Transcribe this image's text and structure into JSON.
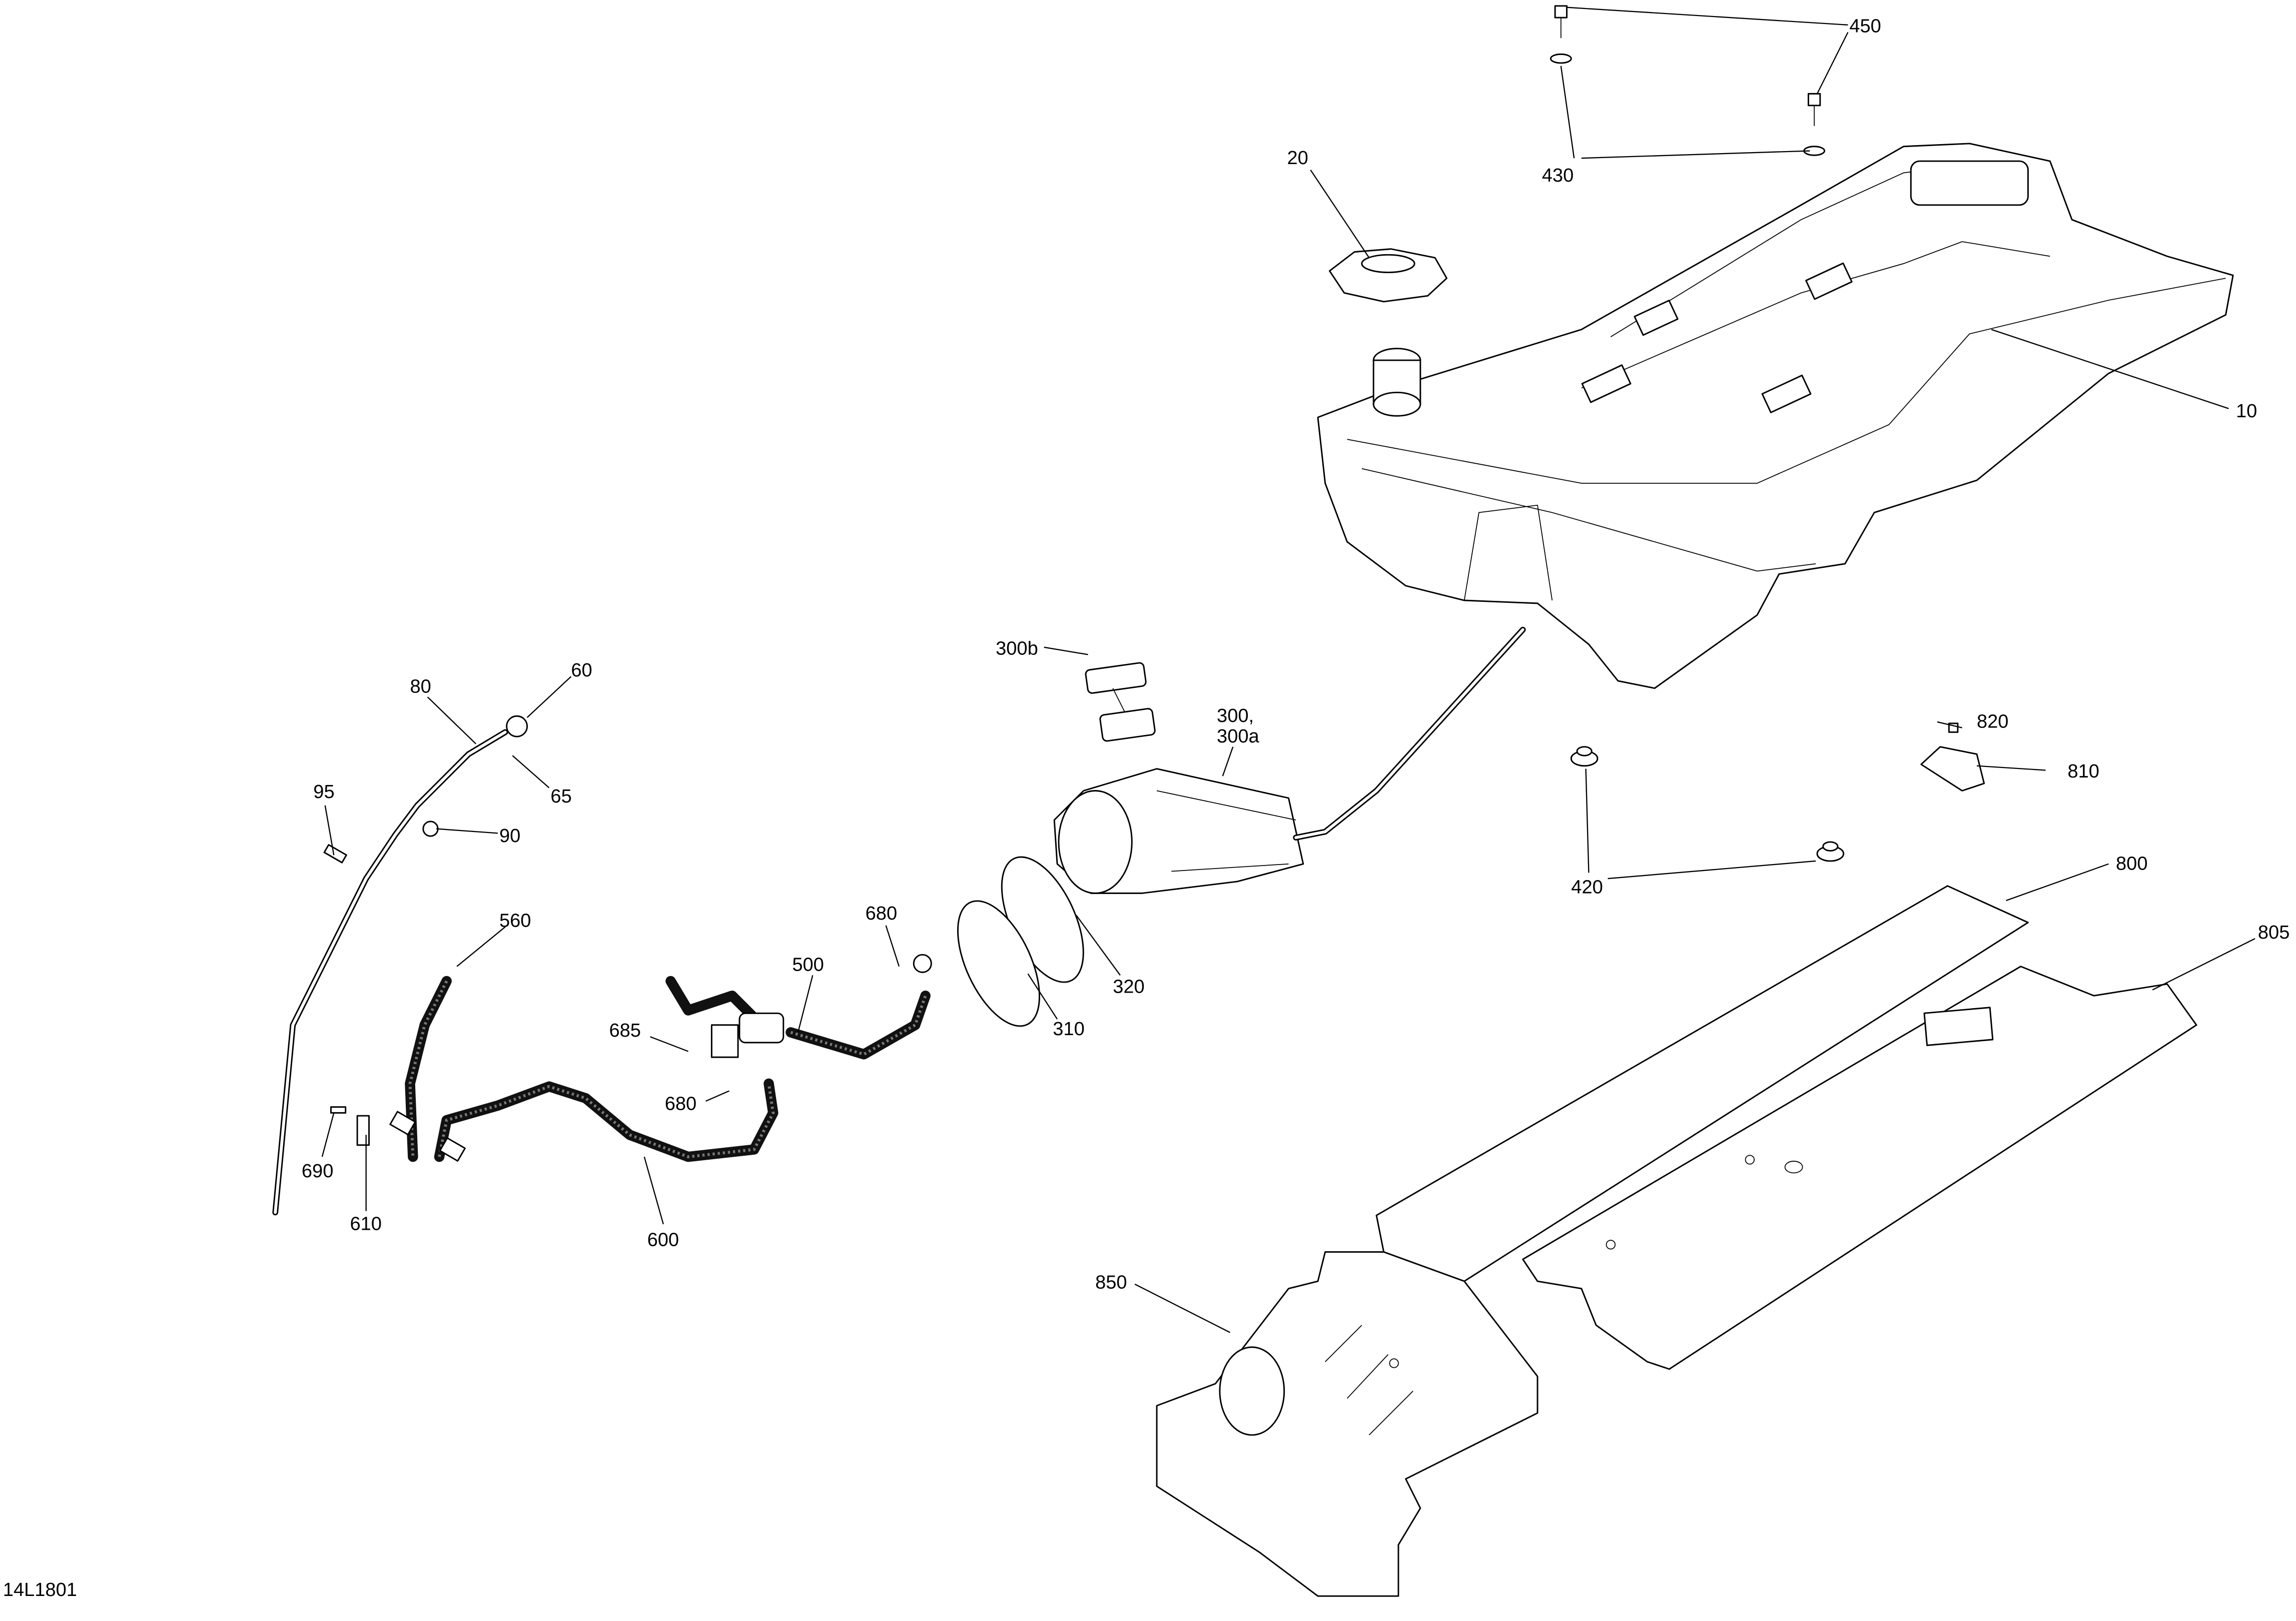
{
  "diagram": {
    "drawing_id": "14L1801",
    "callouts": [
      "450",
      "430",
      "20",
      "10",
      "300b",
      "300,",
      "300a",
      "60",
      "80",
      "65",
      "95",
      "90",
      "560",
      "680",
      "500",
      "685",
      "680",
      "320",
      "310",
      "690",
      "610",
      "600",
      "820",
      "810",
      "420",
      "800",
      "805",
      "850"
    ]
  }
}
